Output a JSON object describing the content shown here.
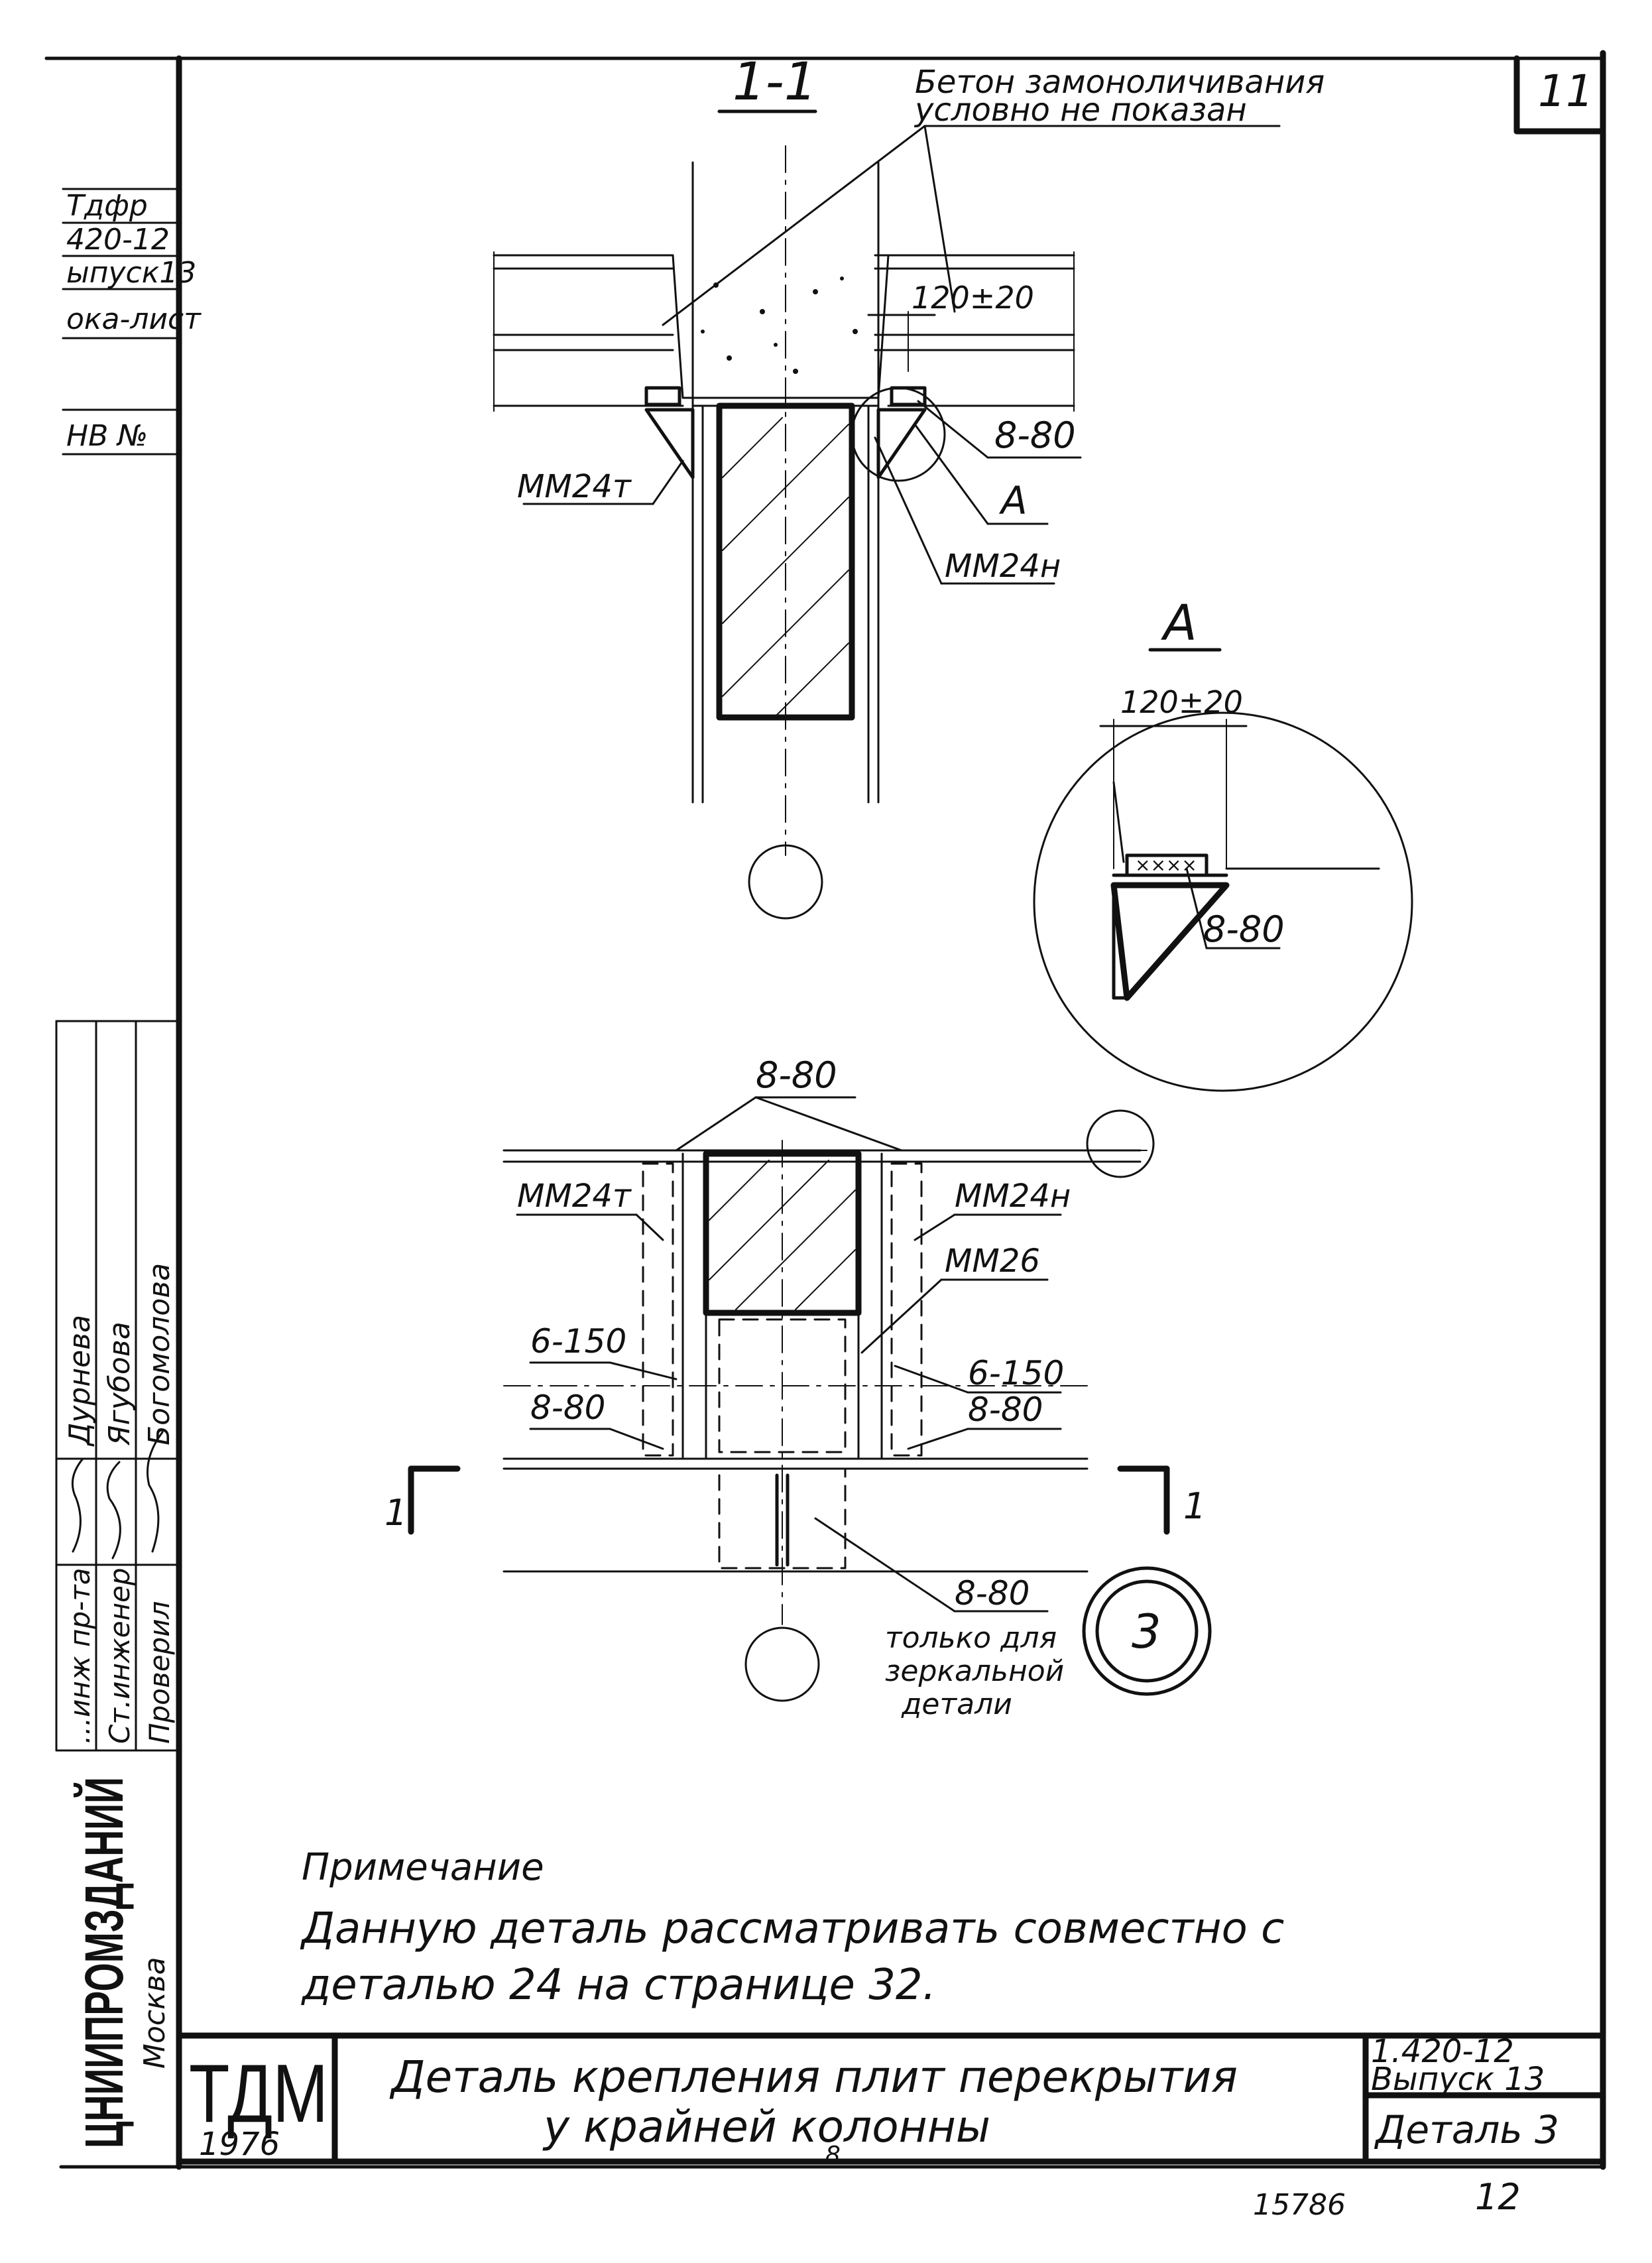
{
  "sheet": {
    "page_number": "11",
    "bottom_number": "12",
    "archive_number": "15786"
  },
  "left_stamp": {
    "rows": [
      "Тдфр",
      "420-12",
      "ыпуск13",
      "ока-лист",
      "НВ №"
    ]
  },
  "signatures": {
    "roles": [
      "...инж пр-та",
      "Ст.инженер",
      "Проверил"
    ],
    "names": [
      "Дурнева",
      "Ягубова",
      "Богомолова"
    ]
  },
  "institute": {
    "name": "ЦНИИПРОМЗДАНИЙ",
    "city": "Москва"
  },
  "section_1_1": {
    "title": "1-1",
    "note_line1": "Бетон замоноличивания",
    "note_line2": "условно не показан",
    "dim_gap": "120±20",
    "weld_right": "8-80",
    "embed_left": "ММ24т",
    "embed_right": "ММ24н",
    "callout": "А"
  },
  "detail_a": {
    "title": "А",
    "dim_gap": "120±20",
    "weld": "8-80",
    "weld_marks": "××××"
  },
  "plan": {
    "weld_top": "8-80",
    "embed_left": "ММ24т",
    "embed_right": "ММ24н",
    "embed_mid": "ММ26",
    "weld_left_mid": "6-150",
    "weld_left_low": "8-80",
    "weld_right_mid": "6-150",
    "weld_right_low": "8-80",
    "cut_left_num": "1",
    "cut_right_num": "1",
    "weld_bottom": "8-80",
    "bottom_note_1": "только для",
    "bottom_note_2": "зеркальной",
    "bottom_note_3": "детали",
    "detail_number": "3"
  },
  "note": {
    "heading": "Примечание",
    "line1": "Данную деталь рассматривать совместно с",
    "line2": "деталью 24 на странице 32."
  },
  "title_block": {
    "logo": "ТДМ",
    "year": "1976",
    "title_line1": "Деталь крепления плит перекрытия",
    "title_line2": "у крайней колонны",
    "title_extra": "8",
    "series": "1.420-12",
    "issue": "Выпуск 13",
    "detail": "Деталь 3"
  }
}
